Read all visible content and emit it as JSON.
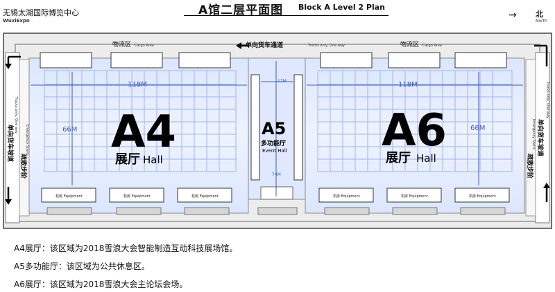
{
  "header": {
    "logo_cn": "无锡太湖国际博览中心",
    "logo_en": "WuxiExpo",
    "title_cn": "A馆二层平面图",
    "title_en": "Block A Level 2 Plan",
    "north_cn": "北",
    "north_en": "North",
    "north_arrow": "→"
  },
  "plan": {
    "cargo_left": "物流区",
    "cargo_left_en": "Cargo Area",
    "cargo_right": "物流区",
    "cargo_right_en": "Cargo Area",
    "truck_lane": "单向货车通道",
    "truck_lane_en": "Trucks only, One way",
    "left_ramp": "单向货车坡道",
    "left_ramp_en": "Trucks only, One way",
    "left_stairs": "疏散步阶",
    "left_stairs_en": "Emergency Stairs",
    "right_ramp": "单向货车坡道",
    "right_ramp_en": "Trucks only, One way",
    "right_stairs": "疏散步阶",
    "right_stairs_en": "Emergency Stairs",
    "a4_code": "A4",
    "a4_cn": "展厅",
    "a4_en": "Hall",
    "a4_width": "118M",
    "a4_height": "66M",
    "a5_code": "A5",
    "a5_cn": "多功能厅",
    "a5_en": "Event Hall",
    "a5_width": "17M",
    "a5_height": "74M",
    "a6_code": "A6",
    "a6_cn": "展厅",
    "a6_en": "Hall",
    "a6_width": "118M",
    "a6_height": "66M",
    "equip_label": "机房 Equipment"
  },
  "legend": [
    "A4展厅：该区域为2018雪浪大会智能制造互动科技展场馆。",
    "A5多功能厅：该区域为公共休息区。",
    "A6展厅：该区域为2018雪浪大会主论坛会场。"
  ]
}
